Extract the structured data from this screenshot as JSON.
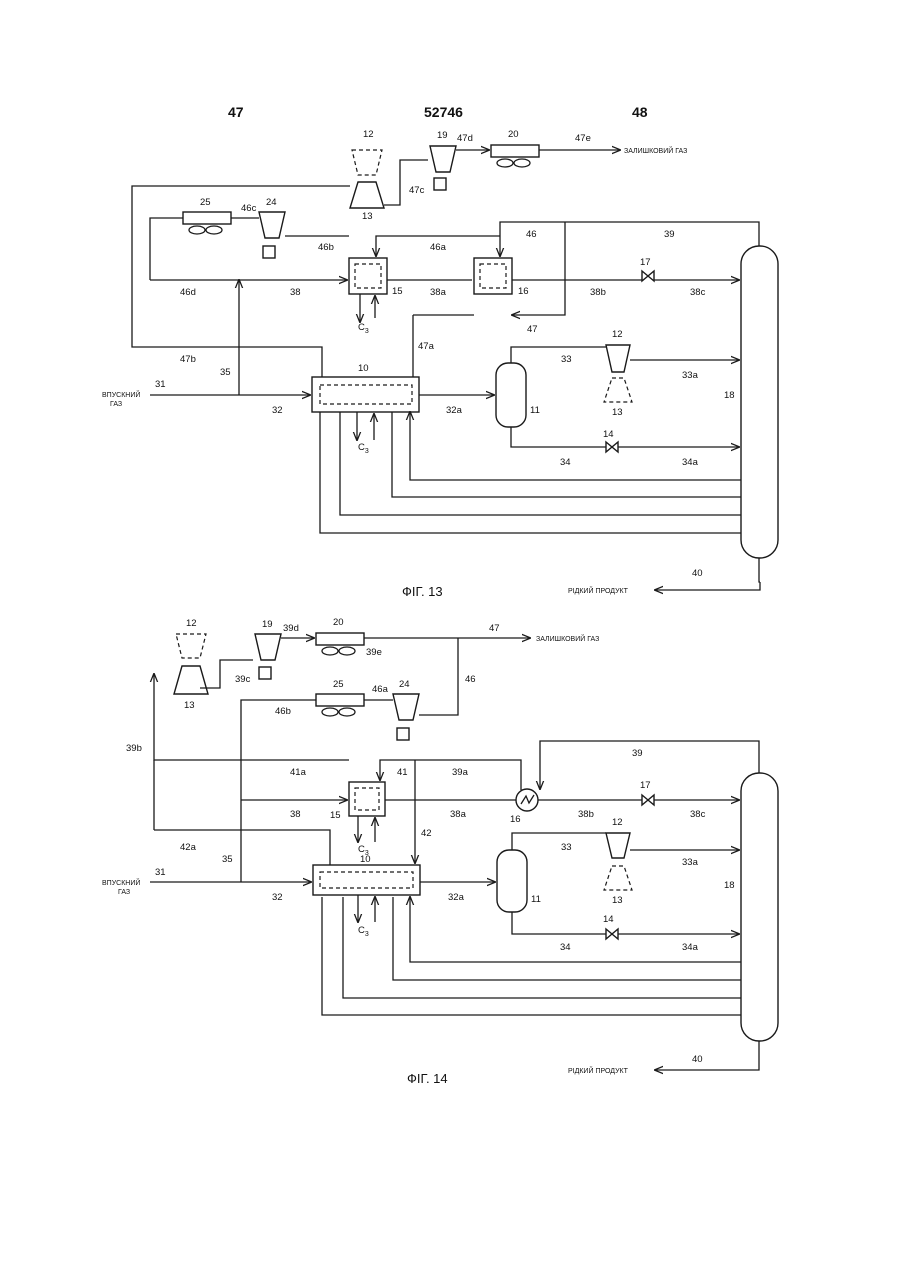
{
  "header": {
    "left": "47",
    "center": "52746",
    "right": "48"
  },
  "fig13": {
    "caption": "ФІГ. 13",
    "inlet": [
      "ВПУСКНИЙ",
      "ГАЗ"
    ],
    "residue_gas": "ЗАЛИШКОВИЙ ГАЗ",
    "liquid_product": "РІДКИЙ ПРОДУКТ",
    "c3": "C",
    "c3_sub": "3",
    "labels": {
      "n10": "10",
      "n11": "11",
      "n12": "12",
      "n12b": "12",
      "n13": "13",
      "n13b": "13",
      "n14": "14",
      "n15": "15",
      "n16": "16",
      "n17": "17",
      "n18": "18",
      "n19": "19",
      "n20": "20",
      "n24": "24",
      "n25": "25",
      "n31": "31",
      "n32": "32",
      "n32a": "32a",
      "n33": "33",
      "n33a": "33a",
      "n34": "34",
      "n34a": "34a",
      "n35": "35",
      "n38": "38",
      "n38a": "38a",
      "n38b": "38b",
      "n38c": "38c",
      "n39": "39",
      "n40": "40",
      "n46": "46",
      "n46a": "46a",
      "n46b": "46b",
      "n46c": "46c",
      "n46d": "46d",
      "n47": "47",
      "n47a": "47a",
      "n47b": "47b",
      "n47c": "47c",
      "n47d": "47d",
      "n47e": "47e"
    }
  },
  "fig14": {
    "caption": "ФІГ. 14",
    "inlet": [
      "ВПУСКНИЙ",
      "ГАЗ"
    ],
    "residue_gas": "ЗАЛИШКОВИЙ ГАЗ",
    "liquid_product": "РІДКИЙ ПРОДУКТ",
    "c3": "C",
    "c3_sub": "3",
    "labels": {
      "n10": "10",
      "n11": "11",
      "n12": "12",
      "n12b": "12",
      "n13": "13",
      "n13b": "13",
      "n14": "14",
      "n15": "15",
      "n16": "16",
      "n17": "17",
      "n18": "18",
      "n19": "19",
      "n20": "20",
      "n24": "24",
      "n25": "25",
      "n31": "31",
      "n32": "32",
      "n32a": "32a",
      "n33": "33",
      "n33a": "33a",
      "n34": "34",
      "n34a": "34a",
      "n35": "35",
      "n38": "38",
      "n38a": "38a",
      "n38b": "38b",
      "n38c": "38c",
      "n39": "39",
      "n39a": "39a",
      "n39b": "39b",
      "n39c": "39c",
      "n39d": "39d",
      "n39e": "39e",
      "n40": "40",
      "n41": "41",
      "n41a": "41a",
      "n42": "42",
      "n42a": "42a",
      "n46": "46",
      "n46a": "46a",
      "n46b": "46b",
      "n47": "47"
    }
  }
}
